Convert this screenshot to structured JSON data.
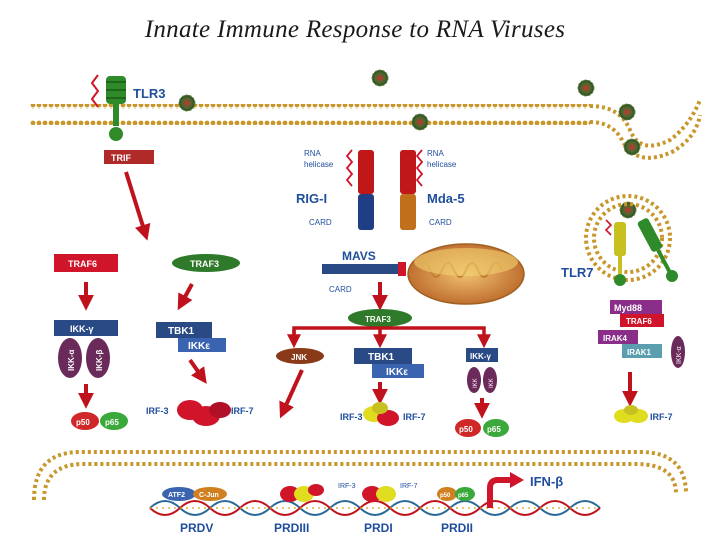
{
  "title": "Innate Immune Response to RNA Viruses",
  "receptors": {
    "tlr3": "TLR3",
    "trif": "TRIF",
    "rig_i": "RIG-I",
    "mda5": "Mda-5",
    "helicase_left": [
      "RNA",
      "helicase"
    ],
    "helicase_right": [
      "RNA",
      "helicase"
    ],
    "card_left": "CARD",
    "card_right": "CARD",
    "tlr7": "TLR7"
  },
  "adaptors": {
    "traf6_left": "TRAF6",
    "traf3_left": "TRAF3",
    "mavs": "MAVS",
    "mavs_card": "CARD",
    "traf3_center": "TRAF3",
    "myd88": "Myd88",
    "traf6_right": "TRAF6",
    "irak4": "IRAK4",
    "irak1": "IRAK1",
    "ikk_alpha_right": "IKK-α"
  },
  "kinases": {
    "ikk_gamma_left": "IKK-γ",
    "ikk_alpha_left": "IKK-α",
    "ikk_beta_left": "IKK-β",
    "tbk1_left": "TBK1",
    "ikke_left": "IKKε",
    "jnk": "JNK",
    "tbk1_center": "TBK1",
    "ikke_center": "IKKε",
    "ikk_gamma_center": "IKK-γ",
    "ikk_small_1": "IKK",
    "ikk_small_2": "IKK"
  },
  "transcription_factors": {
    "p50_left": "p50",
    "p65_left": "p65",
    "irf3_left": "IRF-3",
    "irf7_left": "IRF-7",
    "irf3_center": "IRF-3",
    "irf7_center": "IRF-7",
    "p50_center": "p50",
    "p65_center": "p65",
    "irf7_right": "IRF-7"
  },
  "dna": {
    "atf2": "ATF2",
    "cjun": "C-Jun",
    "irf3_dna": "IRF-3",
    "irf7_dna": "IRF-7",
    "p50_dna": "p50",
    "p65_dna": "p65",
    "ifn_beta": "IFN-β",
    "prdv": "PRDV",
    "prdiii": "PRDIII",
    "prdi": "PRDI",
    "prdii": "PRDII"
  },
  "colors": {
    "membrane": "#c8962a",
    "arrow": "#c0121c",
    "tlr_green": "#2f8a2a",
    "tlr_yellow": "#c8c020",
    "label_blue": "#1f4e9c",
    "irf_red": "#d0142a",
    "irf_yellow": "#e0dc20",
    "ikk_purple": "#6a2a5a",
    "box_blue": "#2a4a86",
    "green_oval": "#2e7a2a",
    "p65_green": "#3aa83a",
    "p50_red": "#d02828",
    "jnk_brown": "#8a3a18",
    "myd88_purple": "#8a2e8a",
    "irak_teal": "#5a9eb0"
  }
}
